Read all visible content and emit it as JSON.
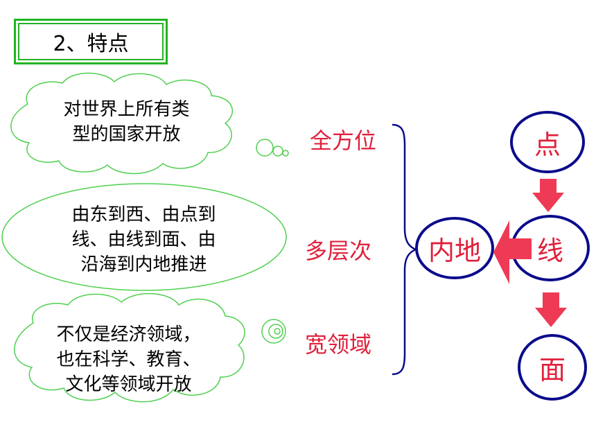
{
  "title": "2、特点",
  "clouds": [
    {
      "lines": [
        "对世界上所有类",
        "型的国家开放"
      ]
    },
    {
      "lines": [
        "由东到西、由点到",
        "线、由线到面、由",
        "沿海到内地推进"
      ]
    },
    {
      "lines": [
        "不仅是经济领域，",
        "也在科学、教育、",
        "文化等领域开放"
      ]
    }
  ],
  "features": [
    "全方位",
    "多层次",
    "宽领域"
  ],
  "diagram": {
    "point": "点",
    "line": "线",
    "surface": "面",
    "inland": "内地"
  },
  "colors": {
    "accent_red": "#e0203c",
    "arrow_red": "#ef3a55",
    "circle_blue": "#0b0b8c",
    "cloud_green": "#4fcf4f",
    "title_border": "#22b422"
  }
}
